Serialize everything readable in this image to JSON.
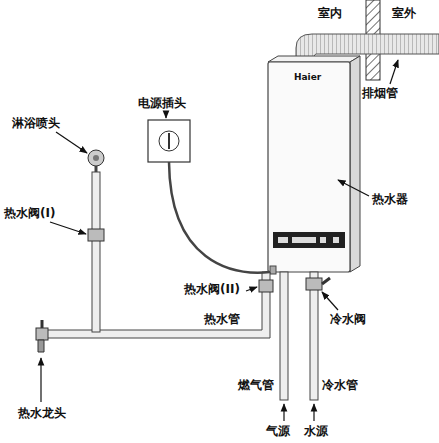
{
  "diagram": {
    "labels": [
      "室内",
      "室外",
      "电源插头",
      "淋浴喷头",
      "排烟管",
      "热水器",
      "热水阀(I)",
      "Haier",
      "热水阀(II)",
      "热水管",
      "冷水阀",
      "燃气管",
      "冷水管",
      "热水龙头",
      "气源",
      "水源"
    ]
  }
}
